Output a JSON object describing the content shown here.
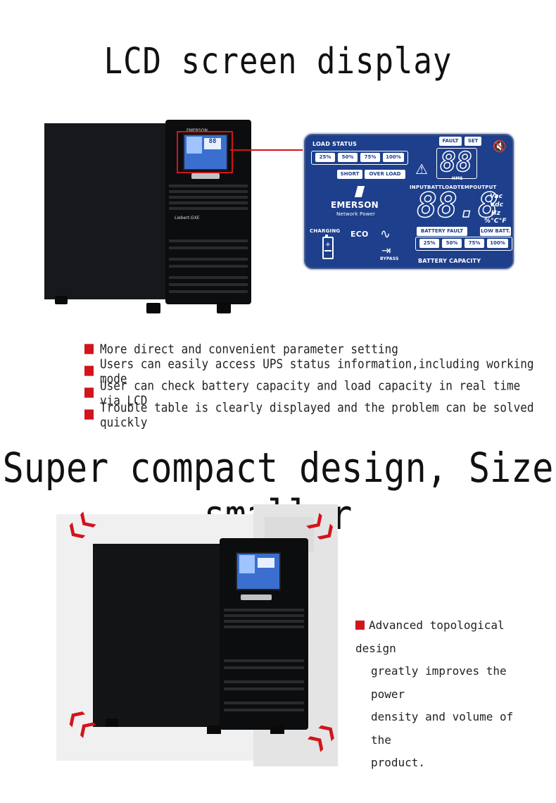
{
  "section1": {
    "title": "LCD screen display",
    "bullets": [
      "More direct and convenient parameter setting",
      "Users can easily access UPS status information,including working mode",
      "User can check battery capacity and load capacity in real time via LCD",
      "Trouble table is clearly displayed and the problem can be solved quickly"
    ]
  },
  "lcd": {
    "load_status": "LOAD STATUS",
    "load_levels": [
      "25%",
      "50%",
      "75%",
      "100%"
    ],
    "short": "SHORT",
    "overload": "OVER LOAD",
    "fault": "FAULT",
    "set": "SET",
    "hms": "HMS",
    "brand": "EMERSON",
    "brand_sub": "Network Power",
    "readout_labels": "INPUTBATTLOADTEMPOUTPUT",
    "digits": "88.8",
    "unit_vac": "Vac",
    "unit_vdc": "Vdc",
    "unit_hz": "Hz",
    "unit_temp": "%°C°F",
    "charging": "CHARGING",
    "eco": "ECO",
    "battery_fault": "BATTERY FAULT",
    "low_batt": "LOW BATT.",
    "bypass": "BYPASS",
    "battery_levels": [
      "25%",
      "50%",
      "75%",
      "100%"
    ],
    "battery_capacity": "BATTERY CAPACITY",
    "small_digits": "88"
  },
  "ups_labels": {
    "brand": "EMERSON.",
    "model": "Liebert.GXE"
  },
  "section2": {
    "title": "Super compact design, Size smaller",
    "desc_lines": [
      "Advanced topological design",
      "greatly improves the power",
      "density and volume of the",
      "product."
    ]
  },
  "colors": {
    "accent": "#d2141c",
    "lcd_blue": "#1d3f8c",
    "ups_body": "#0c0d0f"
  }
}
